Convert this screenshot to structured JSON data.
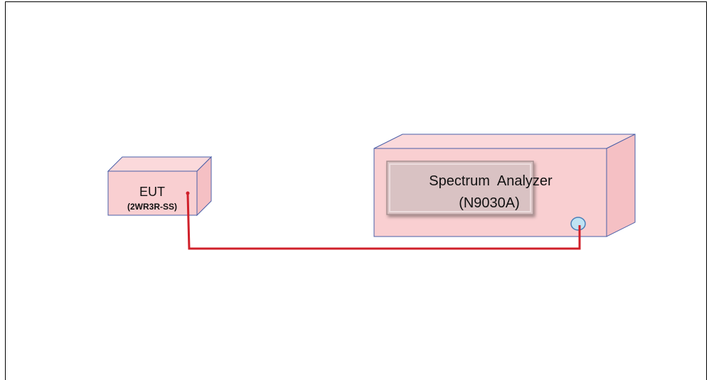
{
  "eut": {
    "title": "EUT",
    "model": "(2WR3R-SS)"
  },
  "analyzer": {
    "line1": "Spectrum  Analyzer",
    "line2": "(N9030A)"
  },
  "colors": {
    "box_fill": "#f9cfd1",
    "box_side": "#f5c0c4",
    "box_top": "#fbd9db",
    "box_stroke": "#4a5fa8",
    "panel_fill": "#d9c2c3",
    "cable": "#d0202a",
    "port_fill": "#bfe3f3"
  }
}
